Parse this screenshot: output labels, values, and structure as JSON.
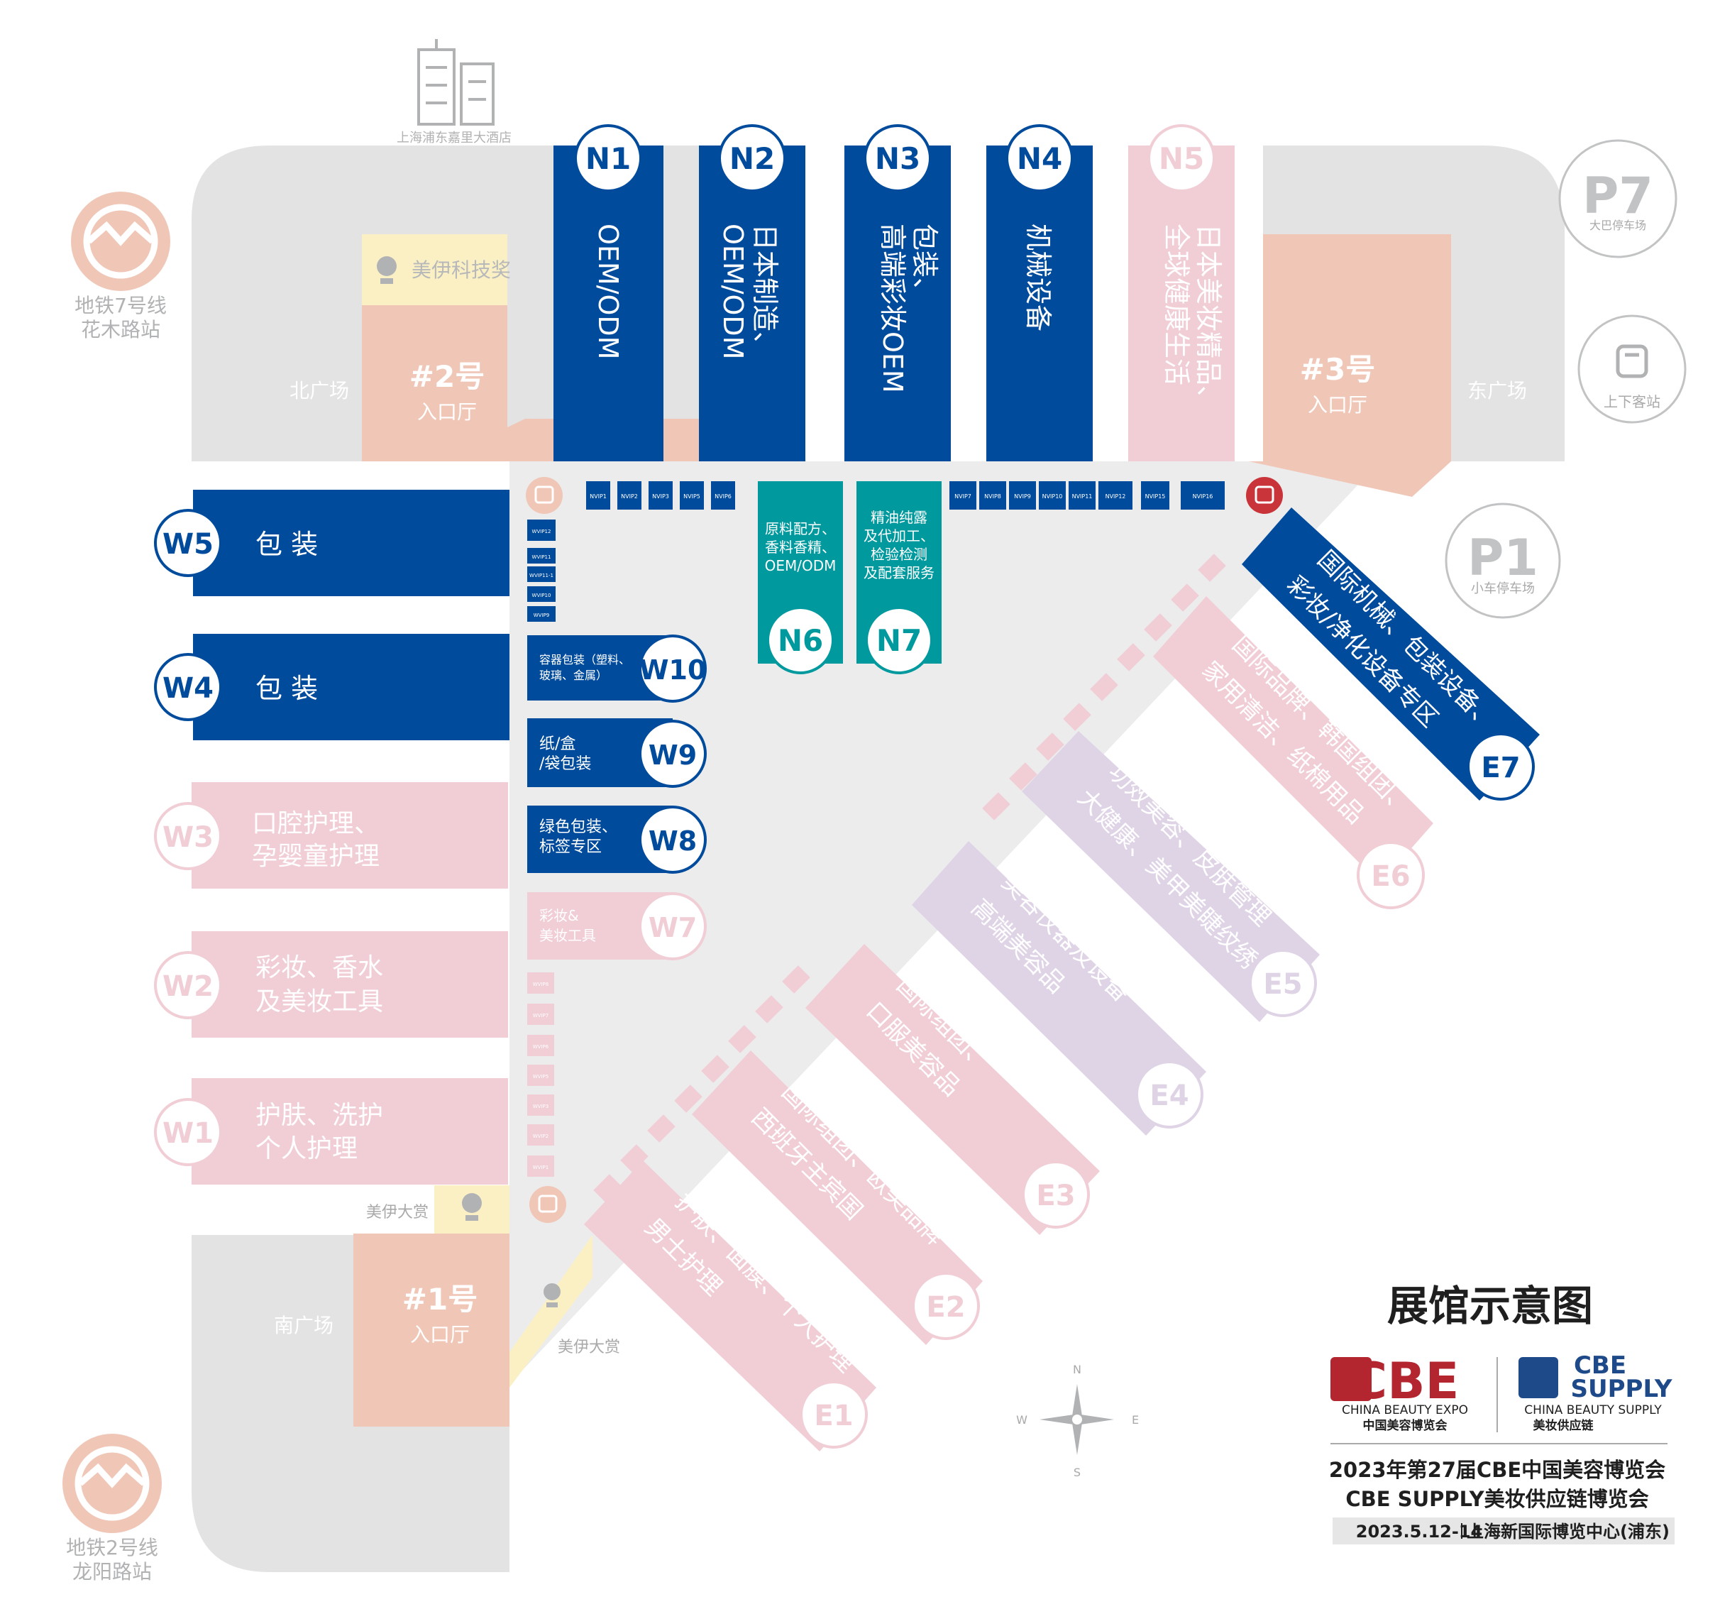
{
  "map_title": "展馆示意图",
  "colors": {
    "core_hall": "#004b9c",
    "special_hall": "#00999e",
    "hall": "#f1cdd6",
    "tech_hall": "#dfd3e6",
    "entrance": "#f0c6b6",
    "award": "#fbf0c4"
  },
  "landmarks": {
    "hotel": "上海浦东嘉里大酒店",
    "metro7": [
      "地铁7号线",
      "花木路站"
    ],
    "metro2": [
      "地铁2号线",
      "龙阳路站"
    ],
    "p7": "P7",
    "p7_label": "大巴停车场",
    "coach": "上下客站",
    "p1": "P1",
    "p1_label": "小车停车场",
    "north_plaza": "北广场",
    "east_plaza": "东广场",
    "south_plaza": "南广场"
  },
  "entrances": {
    "e2": [
      "#2号",
      "入口厅"
    ],
    "e3": [
      "#3号",
      "入口厅"
    ],
    "e1": [
      "#1号",
      "入口厅"
    ]
  },
  "awards": {
    "tech": "美伊科技奖",
    "grand1": "美伊大赏",
    "grand2": "美伊大赏"
  },
  "north_halls": [
    {
      "id": "N1",
      "name": [
        "OEM/ODM"
      ]
    },
    {
      "id": "N2",
      "name": [
        "日本制造、",
        "OEM/ODM"
      ]
    },
    {
      "id": "N3",
      "name": [
        "包装、",
        "高端彩妆OEM"
      ]
    },
    {
      "id": "N4",
      "name": [
        "机械设备"
      ]
    },
    {
      "id": "N5",
      "name": [
        "日本美妆精品、",
        "全球健康生活"
      ]
    }
  ],
  "special_halls": [
    {
      "id": "N6",
      "name": [
        "原料配方、",
        "香料香精、",
        "OEM/ODM"
      ]
    },
    {
      "id": "N7",
      "name": [
        "精油纯露",
        "及代加工、",
        "检验检测",
        "及配套服务"
      ]
    }
  ],
  "west_halls": [
    {
      "id": "W5",
      "name": [
        "包 装"
      ]
    },
    {
      "id": "W4",
      "name": [
        "包 装"
      ]
    },
    {
      "id": "W3",
      "name": [
        "口腔护理、",
        "孕婴童护理"
      ]
    },
    {
      "id": "W2",
      "name": [
        "彩妆、香水",
        "及美妆工具"
      ]
    },
    {
      "id": "W1",
      "name": [
        "护肤、洗护",
        "个人护理"
      ]
    }
  ],
  "inner_halls": [
    {
      "id": "W10",
      "name": [
        "容器包装（塑料、",
        "玻璃、金属）"
      ]
    },
    {
      "id": "W9",
      "name": [
        "纸/盒",
        "/袋包装"
      ]
    },
    {
      "id": "W8",
      "name": [
        "绿色包装、",
        "标签专区"
      ]
    },
    {
      "id": "W7",
      "name": [
        "彩妆&",
        "美妆工具"
      ]
    }
  ],
  "east_halls": [
    {
      "id": "E7",
      "name": [
        "国际机械、包装设备、",
        "彩妆/净化设备专区"
      ]
    },
    {
      "id": "E6",
      "name": [
        "国际品牌、韩国组团、",
        "家用清洁、纸棉用品"
      ]
    },
    {
      "id": "E5",
      "name": [
        "功效美容、皮肤管理",
        "大健康、美甲美睫纹绣"
      ]
    },
    {
      "id": "E4",
      "name": [
        "美容仪器及设备",
        "高端美容品"
      ]
    },
    {
      "id": "E3",
      "name": [
        "国际组团、",
        "口服美容品"
      ]
    },
    {
      "id": "E2",
      "name": [
        "国际组团、欧美品牌",
        "西班牙主宾国"
      ]
    },
    {
      "id": "E1",
      "name": [
        "护肤、面膜、个人护理",
        "男士护理"
      ]
    }
  ],
  "nvip_top": [
    "NVIP1",
    "NVIP2",
    "NVIP3",
    "NVIP5",
    "NVIP6"
  ],
  "nvip_right": [
    "NVIP7",
    "NVIP8",
    "NVIP9",
    "NVIP10",
    "NVIP11",
    "NVIP12",
    "NVIP15",
    "NVIP16"
  ],
  "wvip_top": [
    "WVIP12",
    "WVIP11",
    "WVIP11-1",
    "WVIP10",
    "WVIP9"
  ],
  "wvip_bottom": [
    "WVIP8",
    "WVIP7",
    "WVIP6",
    "WVIP5",
    "WVIP3",
    "WVIP2",
    "WVIP1"
  ],
  "compass": {
    "n": "N",
    "s": "S",
    "w": "W",
    "e": "E"
  },
  "brand": {
    "cbe_name": "CBE",
    "cbe_en": "CHINA BEAUTY EXPO",
    "cbe_cn": "中国美容博览会",
    "sup_name1": "CBE",
    "sup_name2": "SUPPLY",
    "sup_en": "CHINA BEAUTY SUPPLY",
    "sup_cn": "美妆供应链"
  },
  "event": {
    "line1": "2023年第27届CBE中国美容博览会",
    "line2": "CBE SUPPLY美妆供应链博览会",
    "date": "2023.5.12-14",
    "venue": "上海新国际博览中心(浦东)"
  }
}
